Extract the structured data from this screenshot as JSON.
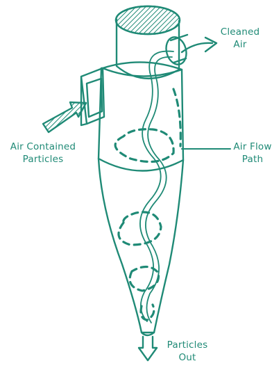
{
  "colors": {
    "ink": "#1f8a76",
    "hatch": "#1f8a76",
    "background": "#ffffff"
  },
  "labels": {
    "cleaned_air": [
      "Cleaned",
      "Air"
    ],
    "air_contained_particles": [
      "Air Contained",
      "Particles"
    ],
    "air_flow_path": [
      "Air Flow",
      "Path"
    ],
    "particles_out": [
      "Particles",
      "Out"
    ]
  }
}
